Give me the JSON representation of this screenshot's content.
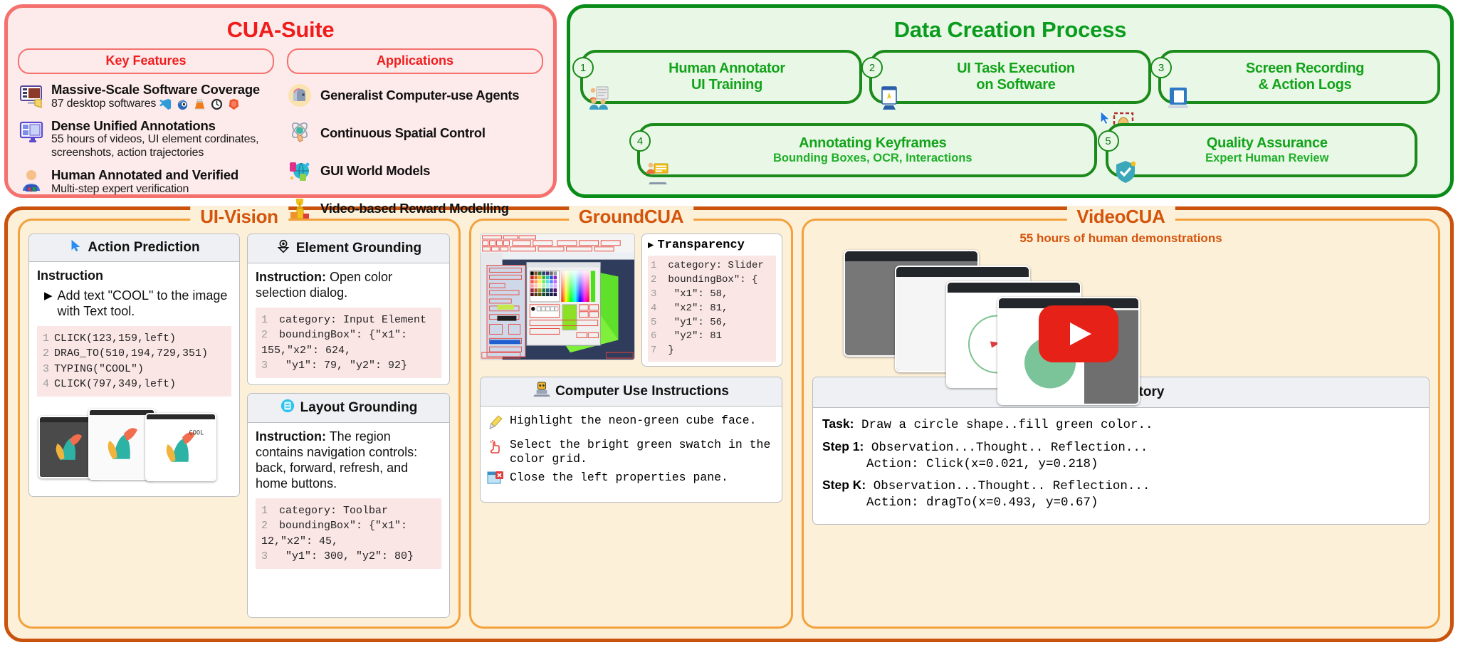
{
  "cua_suite": {
    "title": "CUA-Suite",
    "key_features_pill": "Key Features",
    "applications_pill": "Applications",
    "features": [
      {
        "icon": "desktop-monitor-icon",
        "title": "Massive-Scale Software Coverage",
        "subtitle": "87 desktop softwares",
        "mini_icons": [
          "vscode-icon",
          "blender-icon",
          "vlc-icon",
          "gimp-icon",
          "brave-icon"
        ]
      },
      {
        "icon": "annotations-monitor-icon",
        "title": "Dense Unified Annotations",
        "subtitle": "55 hours of videos, UI element cordinates, screenshots, action trajectories"
      },
      {
        "icon": "human-verified-icon",
        "title": "Human Annotated and Verified",
        "subtitle": "Multi-step expert verification"
      }
    ],
    "applications": [
      {
        "icon": "agent-head-icon",
        "label": "Generalist Computer-use Agents"
      },
      {
        "icon": "atom-pointer-icon",
        "label": "Continuous Spatial Control"
      },
      {
        "icon": "gui-world-icon",
        "label": "GUI World Models"
      },
      {
        "icon": "trophy-podium-icon",
        "label": "Video-based Reward Modelling"
      }
    ]
  },
  "data_creation": {
    "title": "Data Creation Process",
    "steps": [
      {
        "num": "1",
        "line1": "Human Annotator",
        "line2": "UI Training",
        "icon": "annotator-training-icon"
      },
      {
        "num": "2",
        "line1": "UI Task Execution",
        "line2": "on Software",
        "icon": "software-window-icon"
      },
      {
        "num": "3",
        "line1": "Screen Recording",
        "line2": "& Action Logs",
        "icon": "screen-record-icon"
      },
      {
        "num": "4",
        "line1": "Annotating Keyframes",
        "line2": "Bounding Boxes, OCR, Interactions",
        "icon": "annotating-laptop-icon"
      },
      {
        "num": "5",
        "line1": "Quality Assurance",
        "line2": "Expert Human Review",
        "icon": "shield-check-icon"
      }
    ]
  },
  "ui_vision": {
    "title": "UI-Vision",
    "action_prediction": {
      "card_title": "Action Prediction",
      "card_icon": "cursor-arrow-icon",
      "instruction_heading": "Instruction",
      "instruction_text": "Add text \"COOL\" to the image with Text tool.",
      "code": [
        "CLICK(123,159,left)",
        "DRAG_TO(510,194,729,351)",
        "TYPING(\"COOL\")",
        "CLICK(797,349,left)"
      ]
    },
    "element_grounding": {
      "card_title": "Element Grounding",
      "card_icon": "map-pin-icon",
      "instruction_label": "Instruction:",
      "instruction_text": "Open color selection dialog.",
      "code": [
        "category: Input Element",
        "boundingBox\": {\"x1\": 155,\"x2\": 624,",
        "  \"y1\": 79, \"y2\": 92}"
      ]
    },
    "layout_grounding": {
      "card_title": "Layout Grounding",
      "card_icon": "layout-region-icon",
      "instruction_label": "Instruction:",
      "instruction_text": "The region contains navigation controls: back, forward, refresh, and home buttons.",
      "code": [
        "category: Toolbar",
        "boundingBox\": {\"x1\": 12,\"x2\": 45,",
        "  \"y1\": 300, \"y2\": 80}"
      ]
    }
  },
  "groundcua": {
    "title": "GroundCUA",
    "screenshot_alt": "annotated-software-screenshot",
    "json_panel": {
      "header": "Transparency",
      "header_icon": "play-triangle-icon",
      "lines": [
        "category: Slider",
        "boundingBox\": {",
        "    \"x1\": 58,",
        "    \"x2\": 81,",
        "    \"y1\": 56,",
        "    \"y2\": 81",
        "}"
      ]
    },
    "instructions_card": {
      "card_title": "Computer Use Instructions",
      "card_icon": "robot-laptop-icon",
      "items": [
        {
          "icon": "highlighter-icon",
          "text": "Highlight the neon-green cube face."
        },
        {
          "icon": "click-hand-icon",
          "text": "Select the bright green swatch in the color grid."
        },
        {
          "icon": "close-pane-icon",
          "text": "Close the left properties pane."
        }
      ]
    }
  },
  "videocua": {
    "title": "VideoCUA",
    "subtitle": "55 hours of human demonstrations",
    "trajectory": {
      "card_title": "Trajectory",
      "card_icon": "route-icon",
      "task_label": "Task:",
      "task_text": "Draw a circle shape..fill green color..",
      "steps": [
        {
          "label": "Step 1:",
          "text": "Observation...Thought.. Reflection...",
          "action": "Action: Click(x=0.021, y=0.218)"
        },
        {
          "label": "Step K:",
          "text": "Observation...Thought.. Reflection...",
          "action": "Action: dragTo(x=0.493, y=0.67)"
        }
      ]
    }
  },
  "colors": {
    "red": "#f01c1c",
    "red_border": "#f4716e",
    "red_bg": "#fdeaea",
    "green": "#13a31b",
    "green_border": "#0a8c19",
    "green_bg": "#e9f8e6",
    "orange": "#d4540b",
    "orange_border": "#c9520c",
    "orange_bg": "#fdf0d9"
  }
}
